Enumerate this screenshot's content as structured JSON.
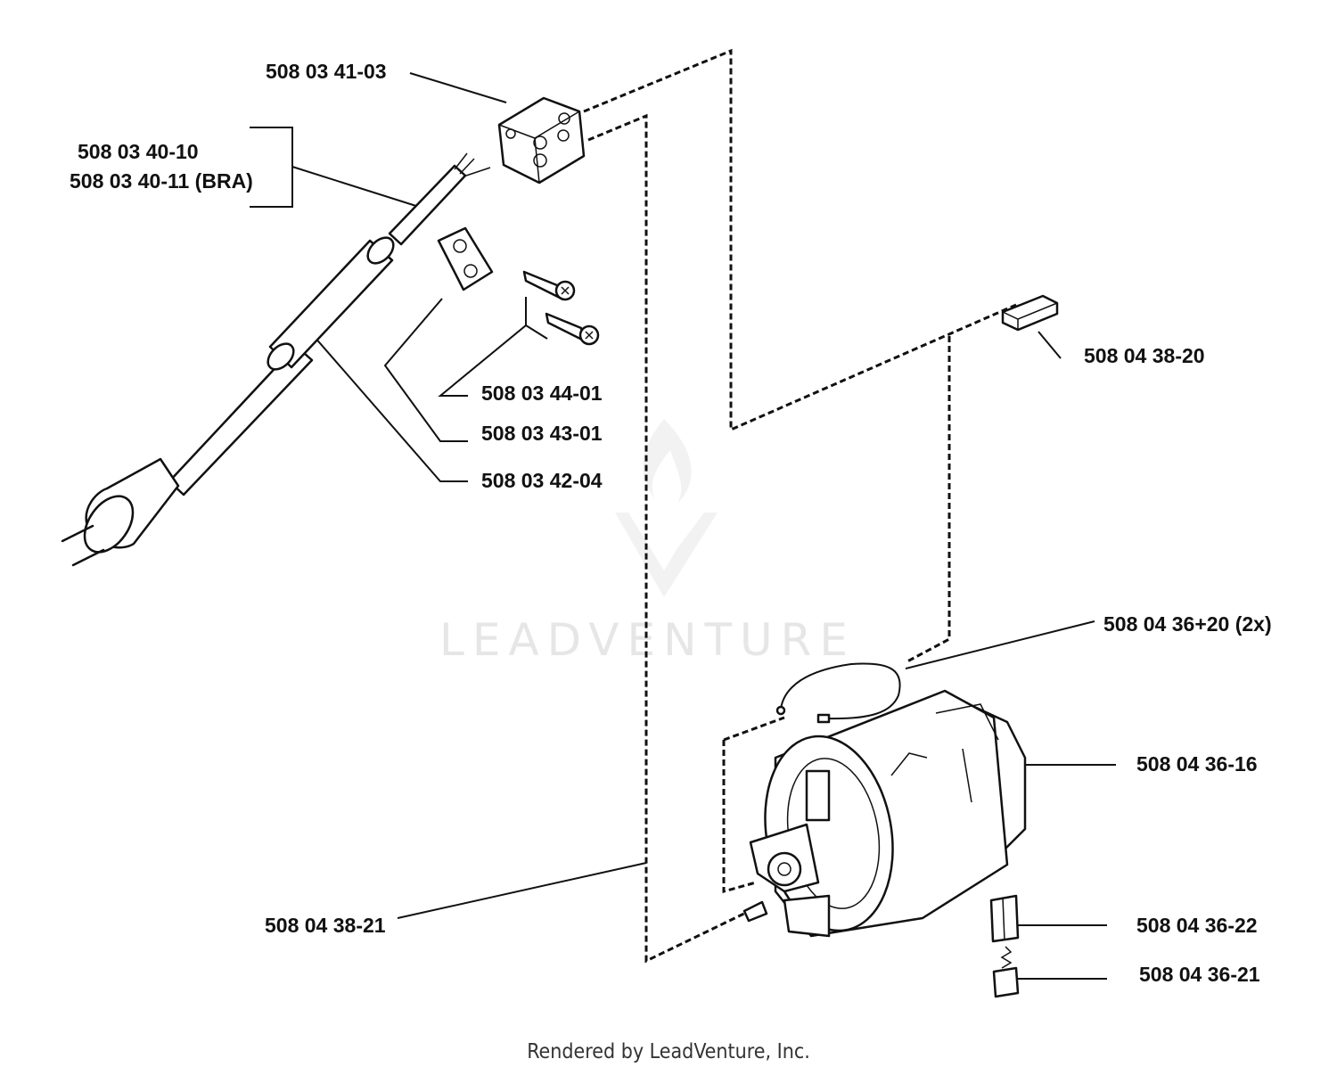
{
  "labels": {
    "terminal_block": "508 03 41-03",
    "cable_a": "508 03 40-10",
    "cable_b": "508 03 40-11 (BRA)",
    "carbon_brush": "508 04 38-20",
    "screw": "508 03 44-01",
    "clamp_plate": "508 03 43-01",
    "cable_sleeve": "508 03 42-04",
    "wire_pair": "508 04 36+20 (2x)",
    "motor": "508 04 36-16",
    "cable_wire": "508 04 38-21",
    "brush_holder": "508 04 36-22",
    "spring": "508 04 36-21"
  },
  "watermark": "LEADVENTURE",
  "footer": "Rendered by LeadVenture, Inc.",
  "colors": {
    "ink": "#111111",
    "watermark": "#e6e6e6",
    "background": "#ffffff"
  }
}
